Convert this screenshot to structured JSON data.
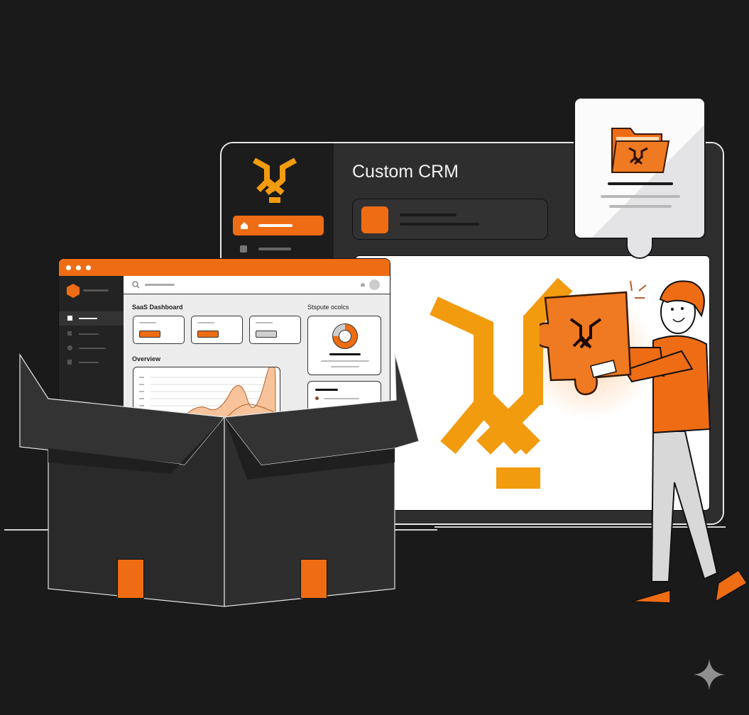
{
  "scene": {
    "description": "Illustration: an open box revealing a SaaS dashboard next to a Custom CRM window; a person holds an orange puzzle piece",
    "colors": {
      "background": "#1a1a1a",
      "accent_orange": "#ee6c14",
      "logo_amber": "#f29b0f",
      "window_dark": "#2b2b2b",
      "sidebar_dark": "#1c1c1c",
      "canvas_white": "#ffffff",
      "pants_gray": "#d8d8d8"
    }
  },
  "crm_window": {
    "title": "Custom CRM",
    "logo_icon": "branch-logo-icon",
    "nav": [
      {
        "icon": "home-icon",
        "active": true
      },
      {
        "icon": "inbox-icon",
        "active": false
      }
    ],
    "card": {
      "icon": "orange-square-icon"
    }
  },
  "doc_card": {
    "icon": "folder-logo-icon"
  },
  "mini_dashboard": {
    "window_dots": 3,
    "search_icon": "search-icon",
    "bell_icon": "bell-icon",
    "avatar_icon": "avatar-icon",
    "logo_icon": "hexagon-logo-icon",
    "sidebar_items": [
      {
        "icon": "home-icon",
        "active": true
      },
      {
        "icon": "document-icon",
        "active": false
      },
      {
        "icon": "circle-icon",
        "active": false
      },
      {
        "icon": "file-icon",
        "active": false
      }
    ],
    "section_title": "SaaS Dashboard",
    "kpi_cards": [
      {
        "pill_color": "#ee6c14"
      },
      {
        "pill_color": "#ee6c14"
      },
      {
        "pill_color": "#d0d0d0"
      }
    ],
    "overview_title": "Overview",
    "side_title": "Stspute ocolcs",
    "donut": {
      "filled_pct": 75,
      "fill_color": "#ee6c14",
      "rest_color": "#cfcfcf"
    }
  },
  "chart_data": {
    "type": "area",
    "title": "Overview",
    "series": [
      {
        "name": "series-1",
        "values": [
          10,
          35,
          22,
          55,
          38,
          80,
          72
        ]
      },
      {
        "name": "series-2",
        "values": [
          0,
          0,
          0,
          10,
          5,
          35,
          25
        ]
      }
    ],
    "y_ticks": 5,
    "grid": true
  },
  "character": {
    "holding": "puzzle-piece-icon",
    "shirt_color": "#ee6c14",
    "hair_color": "#ee6c14"
  },
  "watermark": {
    "icon": "sparkle-icon"
  }
}
